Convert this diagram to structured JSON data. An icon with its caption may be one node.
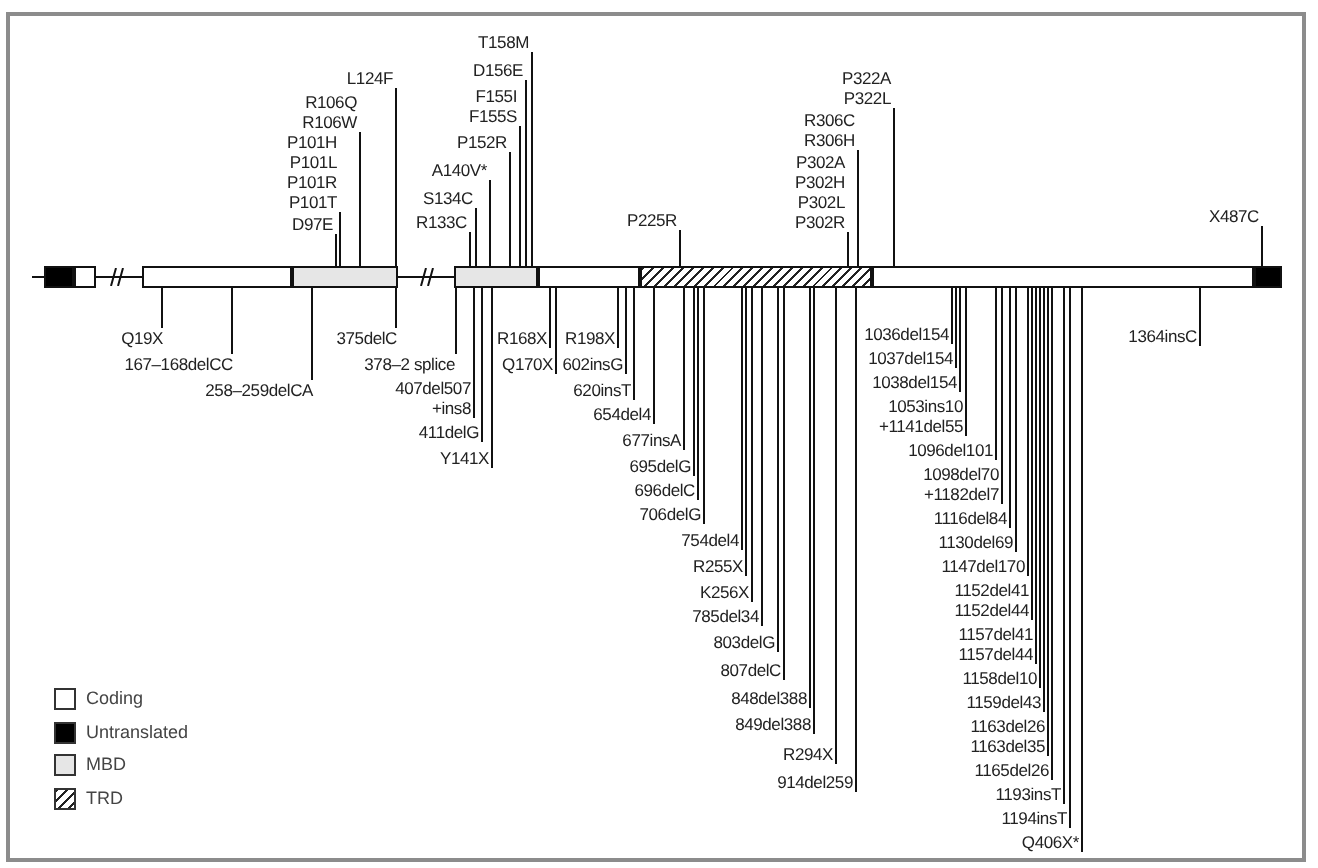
{
  "diagram": {
    "nodes": [
      {
        "text": [
          "D97E"
        ]
      },
      {
        "text": [
          "P101H",
          "P101L",
          "P101R",
          "P101T"
        ]
      },
      {
        "text": [
          "R106Q",
          "R106W"
        ]
      },
      {
        "text": [
          "L124F"
        ]
      },
      {
        "text": [
          "R133C"
        ]
      },
      {
        "text": [
          "S134C"
        ]
      },
      {
        "text": [
          "A140V*"
        ]
      },
      {
        "text": [
          "P152R"
        ]
      },
      {
        "text": [
          "F155I",
          "F155S"
        ]
      },
      {
        "text": [
          "D156E"
        ]
      },
      {
        "text": [
          "T158M"
        ]
      },
      {
        "text": [
          "P225R"
        ]
      },
      {
        "text": [
          "P302A",
          "P302H",
          "P302L",
          "P302R"
        ]
      },
      {
        "text": [
          "R306C",
          "R306H"
        ]
      },
      {
        "text": [
          "P322A",
          "P322L"
        ]
      },
      {
        "text": [
          "X487C"
        ]
      },
      {
        "text": [],
        "shape": "box"
      },
      {
        "text": [],
        "shape": "box"
      },
      {
        "text": [],
        "shape": "box"
      },
      {
        "text": [],
        "shape": "box"
      },
      {
        "text": [],
        "shape": "box"
      },
      {
        "text": [],
        "shape": "box"
      },
      {
        "text": [],
        "shape": "box"
      },
      {
        "text": [],
        "shape": "box"
      },
      {
        "text": [],
        "shape": "box"
      },
      {
        "text": [
          "Q19X"
        ]
      },
      {
        "text": [
          "167–168delCC"
        ]
      },
      {
        "text": [
          "258–259delCA"
        ]
      },
      {
        "text": [
          "375delC"
        ]
      },
      {
        "text": [
          "378–2 splice"
        ]
      },
      {
        "text": [
          "407del507 +ins8"
        ]
      },
      {
        "text": [
          "411delG"
        ]
      },
      {
        "text": [
          "Y141X"
        ]
      },
      {
        "text": [
          "R168X"
        ]
      },
      {
        "text": [
          "Q170X"
        ]
      },
      {
        "text": [
          "R198X"
        ]
      },
      {
        "text": [
          "602insG"
        ]
      },
      {
        "text": [
          "620insT"
        ]
      },
      {
        "text": [
          "654del4"
        ]
      },
      {
        "text": [
          "677insA"
        ]
      },
      {
        "text": [
          "695delG"
        ]
      },
      {
        "text": [
          "696delC"
        ]
      },
      {
        "text": [
          "706delG"
        ]
      },
      {
        "text": [
          "754del4"
        ]
      },
      {
        "text": [
          "R255X"
        ]
      },
      {
        "text": [
          "K256X"
        ]
      },
      {
        "text": [
          "785del34"
        ]
      },
      {
        "text": [
          "803delG"
        ]
      },
      {
        "text": [
          "807delC"
        ]
      },
      {
        "text": [
          "848del388"
        ]
      },
      {
        "text": [
          "849del388"
        ]
      },
      {
        "text": [
          "R294X"
        ]
      },
      {
        "text": [
          "914del259"
        ]
      },
      {
        "text": [
          "1036del154"
        ]
      },
      {
        "text": [
          "1037del154"
        ]
      },
      {
        "text": [
          "1038del154"
        ]
      },
      {
        "text": [
          "1053ins10 +1141del55"
        ]
      },
      {
        "text": [
          "1096del101"
        ]
      },
      {
        "text": [
          "1098del70 +1182del7"
        ]
      },
      {
        "text": [
          "1116del84"
        ]
      },
      {
        "text": [
          "1130del69"
        ]
      },
      {
        "text": [
          "1147del170"
        ]
      },
      {
        "text": [
          "1152del41",
          "1152del44"
        ]
      },
      {
        "text": [
          "1157del41",
          "1157del44"
        ]
      },
      {
        "text": [
          "1158del10"
        ]
      },
      {
        "text": [
          "1159del43"
        ]
      },
      {
        "text": [
          "1163del26",
          "1163del35"
        ]
      },
      {
        "text": [
          "1165del26"
        ]
      },
      {
        "text": [
          "1193insT"
        ]
      },
      {
        "text": [
          "1194insT"
        ]
      },
      {
        "text": [
          "Q406X*"
        ]
      },
      {
        "text": [
          "1364insC"
        ]
      }
    ],
    "edges": [
      {
        "from": 0,
        "to": 19,
        "arrow": "none"
      },
      {
        "from": 1,
        "to": 19,
        "arrow": "none"
      },
      {
        "from": 2,
        "to": 19,
        "arrow": "none"
      },
      {
        "from": 3,
        "to": 19,
        "arrow": "none"
      },
      {
        "from": 4,
        "to": 20,
        "arrow": "none"
      },
      {
        "from": 5,
        "to": 20,
        "arrow": "none"
      },
      {
        "from": 6,
        "to": 20,
        "arrow": "none"
      },
      {
        "from": 7,
        "to": 20,
        "arrow": "none"
      },
      {
        "from": 8,
        "to": 20,
        "arrow": "none"
      },
      {
        "from": 9,
        "to": 20,
        "arrow": "none"
      },
      {
        "from": 10,
        "to": 20,
        "arrow": "none"
      },
      {
        "from": 11,
        "to": 22,
        "arrow": "none"
      },
      {
        "from": 12,
        "to": 22,
        "arrow": "none"
      },
      {
        "from": 13,
        "to": 22,
        "arrow": "none"
      },
      {
        "from": 14,
        "to": 23,
        "arrow": "none"
      },
      {
        "from": 15,
        "to": 24,
        "arrow": "none"
      },
      {
        "from": null,
        "to": 16,
        "arrow": "none"
      },
      {
        "from": 17,
        "to": 18,
        "arrow": "none"
      },
      {
        "from": 19,
        "to": 20,
        "arrow": "none"
      },
      {
        "from": 25,
        "to": 18,
        "arrow": "none"
      },
      {
        "from": 26,
        "to": 18,
        "arrow": "none"
      },
      {
        "from": 27,
        "to": 19,
        "arrow": "none"
      },
      {
        "from": 28,
        "to": 19,
        "arrow": "none"
      },
      {
        "from": 29,
        "to": 20,
        "arrow": "none"
      },
      {
        "from": 30,
        "to": 20,
        "arrow": "none"
      },
      {
        "from": 31,
        "to": 20,
        "arrow": "none"
      },
      {
        "from": 32,
        "to": 20,
        "arrow": "none"
      },
      {
        "from": 33,
        "to": 21,
        "arrow": "none"
      },
      {
        "from": 34,
        "to": 21,
        "arrow": "none"
      },
      {
        "from": 35,
        "to": 21,
        "arrow": "none"
      },
      {
        "from": 36,
        "to": 21,
        "arrow": "none"
      },
      {
        "from": 37,
        "to": 21,
        "arrow": "none"
      },
      {
        "from": 38,
        "to": 22,
        "arrow": "none"
      },
      {
        "from": 39,
        "to": 22,
        "arrow": "none"
      },
      {
        "from": 40,
        "to": 22,
        "arrow": "none"
      },
      {
        "from": 41,
        "to": 22,
        "arrow": "none"
      },
      {
        "from": 42,
        "to": 22,
        "arrow": "none"
      },
      {
        "from": 43,
        "to": 22,
        "arrow": "none"
      },
      {
        "from": 44,
        "to": 22,
        "arrow": "none"
      },
      {
        "from": 45,
        "to": 22,
        "arrow": "none"
      },
      {
        "from": 46,
        "to": 22,
        "arrow": "none"
      },
      {
        "from": 47,
        "to": 22,
        "arrow": "none"
      },
      {
        "from": 48,
        "to": 22,
        "arrow": "none"
      },
      {
        "from": 49,
        "to": 22,
        "arrow": "none"
      },
      {
        "from": 50,
        "to": 22,
        "arrow": "none"
      },
      {
        "from": 51,
        "to": 22,
        "arrow": "none"
      },
      {
        "from": 52,
        "to": 22,
        "arrow": "none"
      },
      {
        "from": 53,
        "to": 23,
        "arrow": "none"
      },
      {
        "from": 54,
        "to": 23,
        "arrow": "none"
      },
      {
        "from": 55,
        "to": 23,
        "arrow": "none"
      },
      {
        "from": 56,
        "to": 23,
        "arrow": "none"
      },
      {
        "from": 57,
        "to": 23,
        "arrow": "none"
      },
      {
        "from": 58,
        "to": 23,
        "arrow": "none"
      },
      {
        "from": 59,
        "to": 23,
        "arrow": "none"
      },
      {
        "from": 60,
        "to": 23,
        "arrow": "none"
      },
      {
        "from": 61,
        "to": 23,
        "arrow": "none"
      },
      {
        "from": 62,
        "to": 23,
        "arrow": "none"
      },
      {
        "from": 63,
        "to": 23,
        "arrow": "none"
      },
      {
        "from": 64,
        "to": 23,
        "arrow": "none"
      },
      {
        "from": 65,
        "to": 23,
        "arrow": "none"
      },
      {
        "from": 66,
        "to": 23,
        "arrow": "none"
      },
      {
        "from": 67,
        "to": 23,
        "arrow": "none"
      },
      {
        "from": 68,
        "to": 23,
        "arrow": "none"
      },
      {
        "from": 69,
        "to": 23,
        "arrow": "none"
      },
      {
        "from": 70,
        "to": 23,
        "arrow": "none"
      },
      {
        "from": 71,
        "to": 23,
        "arrow": "none"
      }
    ],
    "legend": [
      {
        "text": "Coding",
        "color": "#ffffff"
      },
      {
        "text": "Untranslated",
        "color": "#000000"
      },
      {
        "text": "MBD",
        "color": "#e6e6e6"
      },
      {
        "text": "TRD"
      }
    ]
  }
}
